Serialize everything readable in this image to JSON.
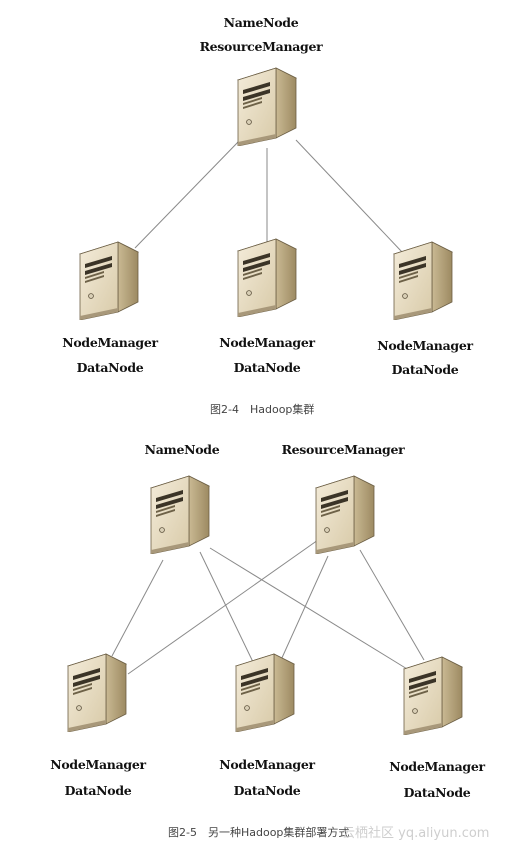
{
  "figure1": {
    "top_label_1": "NameNode",
    "top_label_2": "ResourceManager",
    "workers": [
      {
        "line1": "NodeManager",
        "line2": "DataNode"
      },
      {
        "line1": "NodeManager",
        "line2": "DataNode"
      },
      {
        "line1": "NodeManager",
        "line2": "DataNode"
      }
    ],
    "caption": "图2-4　Hadoop集群"
  },
  "figure2": {
    "master_left_label": "NameNode",
    "master_right_label": "ResourceManager",
    "workers": [
      {
        "line1": "NodeManager",
        "line2": "DataNode"
      },
      {
        "line1": "NodeManager",
        "line2": "DataNode"
      },
      {
        "line1": "NodeManager",
        "line2": "DataNode"
      }
    ],
    "caption": "图2-5　另一种Hadoop集群部署方式"
  },
  "watermark": "云栖社区 yq.aliyun.com",
  "icons": {
    "server": "server-tower-icon"
  },
  "colors": {
    "server_body": "#e6dcc4",
    "server_side": "#b8a886",
    "line": "#8a8a8a"
  }
}
